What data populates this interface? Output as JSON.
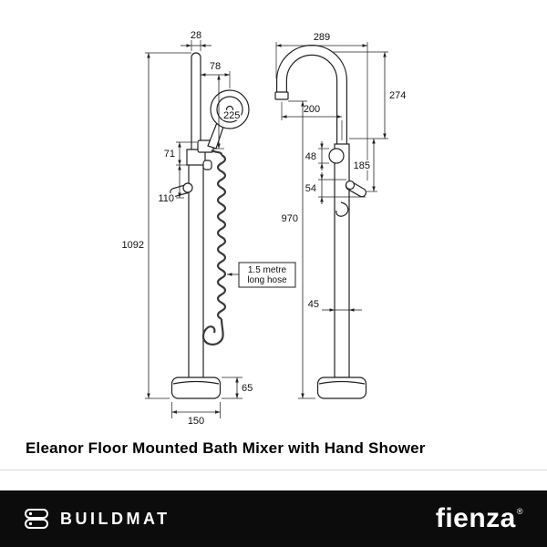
{
  "title": "Eleanor Floor Mounted Bath Mixer with Hand Shower",
  "drawing": {
    "front_view": {
      "rail_width": "28",
      "handset_offset": "78",
      "handset_height": "225",
      "body_spout": "71",
      "handle_drop": "110",
      "overall_height": "1092",
      "base_height": "65",
      "base_diameter": "150",
      "hose_note_line1": "1.5 metre",
      "hose_note_line2": "long hose"
    },
    "side_view": {
      "overall_depth": "289",
      "spout_top": "274",
      "spout_reach": "200",
      "diverter": "48",
      "outlet_drop": "185",
      "handle": "54",
      "spout_height": "970",
      "column_diameter": "45"
    }
  },
  "footer": {
    "left_brand": "BUILDMAT",
    "right_brand": "fienza",
    "right_brand_mark": "®"
  }
}
